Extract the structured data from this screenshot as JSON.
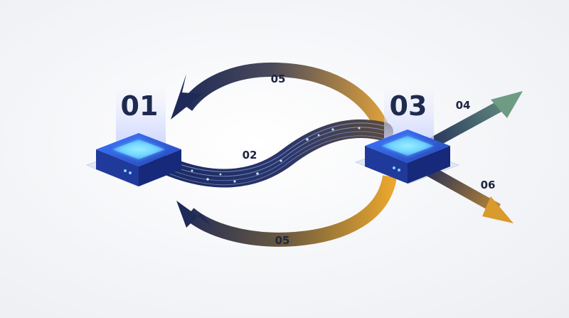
{
  "nodes": {
    "node_a": {
      "label": "01"
    },
    "node_b": {
      "label": "03"
    }
  },
  "flows": {
    "top_arc": "05",
    "cable": "02",
    "upper_arrow": "04",
    "lower_arrow": "06",
    "bottom_arc": "05"
  },
  "colors": {
    "navy": "#1e2a58",
    "amber": "#e2a23a",
    "teal_green": "#5d8c78",
    "node_blue": "#2f5cd6",
    "screen_cyan": "#6fdcff"
  }
}
